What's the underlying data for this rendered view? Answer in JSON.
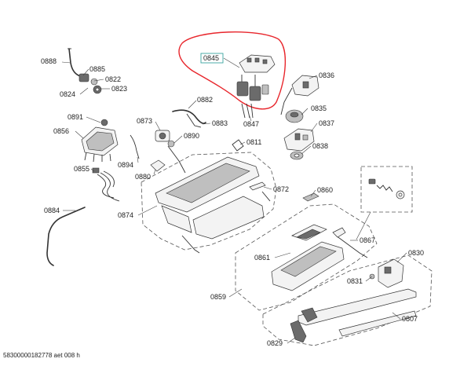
{
  "labels": {
    "p0888": "0888",
    "p0885": "0885",
    "p0822": "0822",
    "p0823": "0823",
    "p0824": "0824",
    "p0845": "0845",
    "p0836": "0836",
    "p0882": "0882",
    "p0835": "0835",
    "p0891": "0891",
    "p0873": "0873",
    "p0883": "0883",
    "p0847": "0847",
    "p0837": "0837",
    "p0856": "0856",
    "p0890": "0890",
    "p0811": "0811",
    "p0838": "0838",
    "p0894": "0894",
    "p0880": "0880",
    "p0855": "0855",
    "p0872": "0872",
    "p0860": "0860",
    "p0884": "0884",
    "p0874": "0874",
    "p0867": "0867",
    "p0830": "0830",
    "p0861": "0861",
    "p0831": "0831",
    "p0859": "0859",
    "p0807": "0807",
    "p0829": "0829"
  },
  "footer": "58300000182778 aet 008 h",
  "highlight_color": "#e8262c",
  "callout_box_color": "#3aa6a0"
}
